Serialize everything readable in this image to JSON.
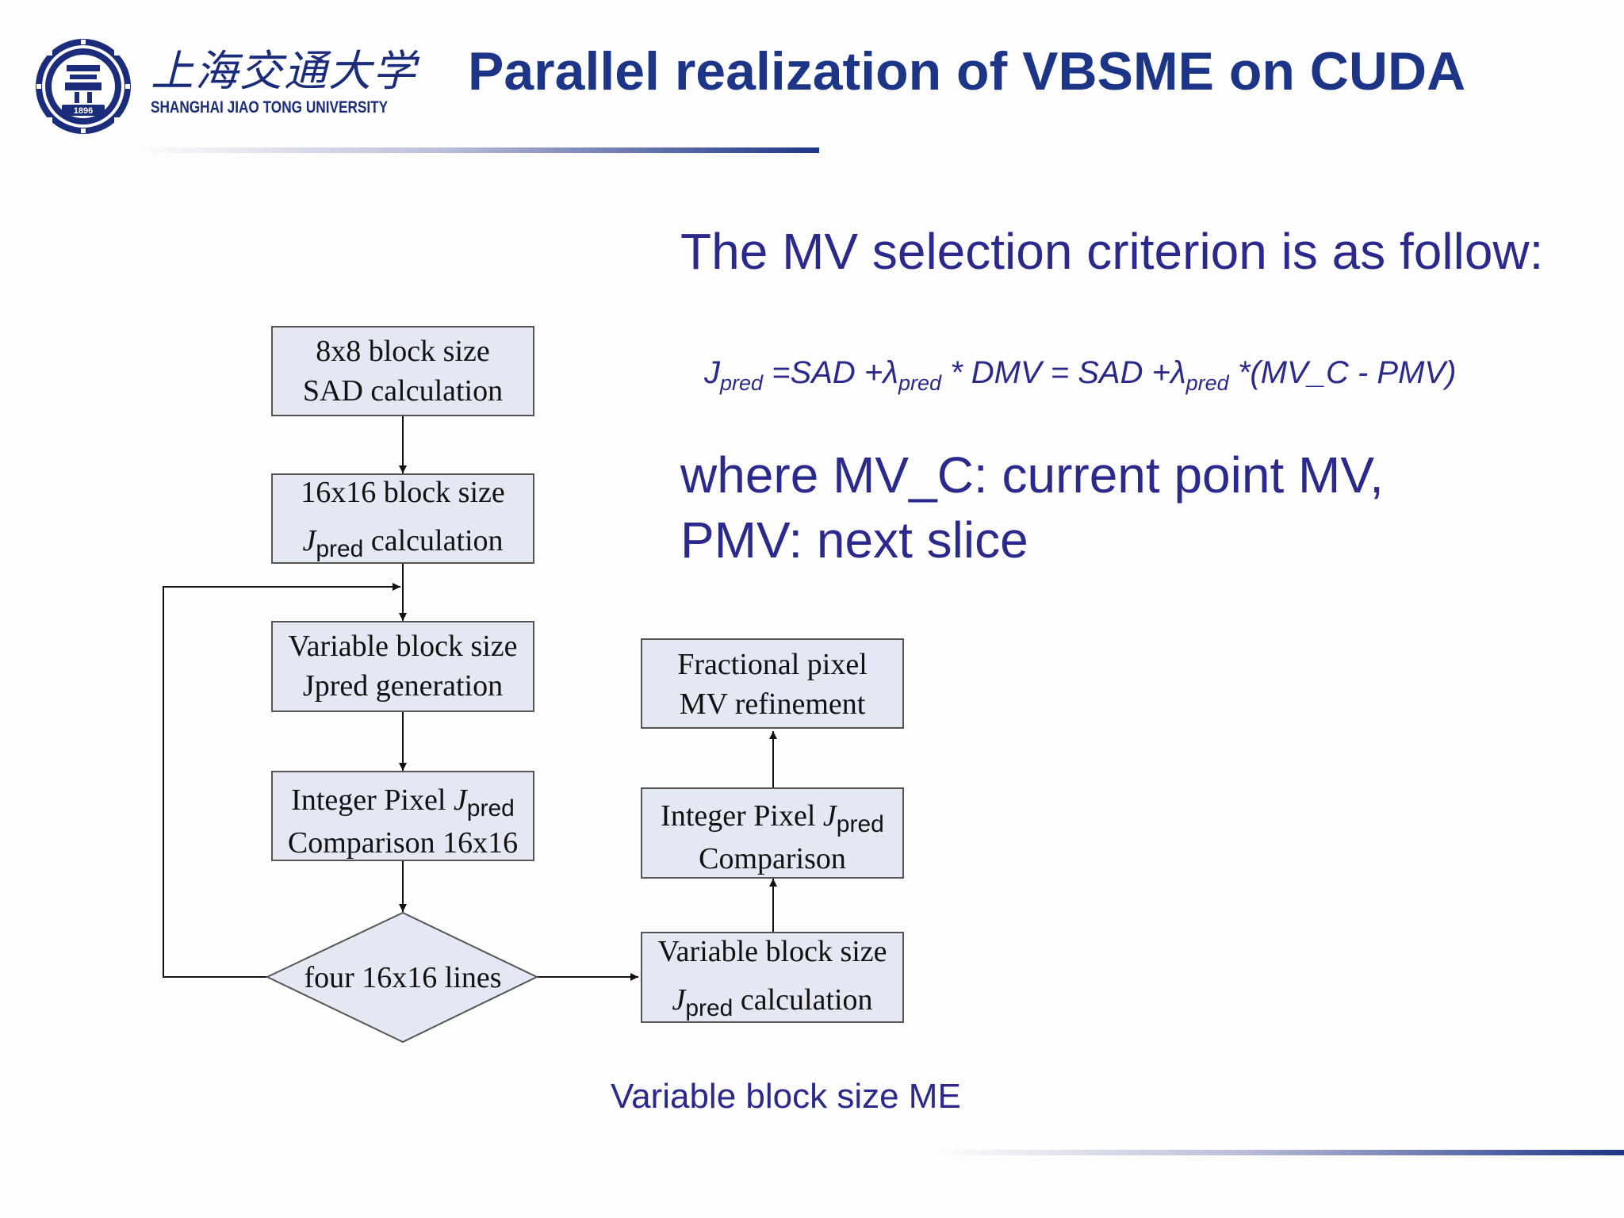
{
  "header": {
    "title": "Parallel realization of VBSME on CUDA",
    "logo": {
      "chinese_name": "上海交通大学",
      "english_name": "SHANGHAI JIAO TONG UNIVERSITY",
      "year": "1896"
    }
  },
  "criterion": {
    "intro": "The MV selection criterion is as follow:",
    "formula": {
      "j": "J",
      "pred": "pred",
      "part1": " =SAD +λ",
      "part2": " * DMV = SAD +λ",
      "part3": " *(MV_C - PMV)"
    },
    "where_line1": "where MV_C: current  point MV,",
    "where_line2": "PMV: next slice"
  },
  "flowchart": {
    "boxes": {
      "sad8": {
        "line1": "8x8 block size",
        "line2": "SAD calculation"
      },
      "jpred16": {
        "line1": "16x16 block size",
        "j": "J",
        "sub": "pred",
        "rest": " calculation"
      },
      "variable_gen": {
        "line1": "Variable block size",
        "line2": "Jpred generation"
      },
      "integer16": {
        "prefix": "Integer Pixel ",
        "j": "J",
        "sub": "pred",
        "line2": "Comparison 16x16"
      },
      "decision": {
        "label": "four 16x16 lines"
      },
      "variable_calc": {
        "line1": "Variable block size",
        "j": "J",
        "sub": "pred",
        "rest": " calculation"
      },
      "integer_cmp": {
        "prefix": "Integer Pixel ",
        "j": "J",
        "sub": "pred",
        "line2": "Comparison"
      },
      "fractional": {
        "line1": "Fractional pixel",
        "line2": "MV refinement"
      }
    }
  },
  "caption": "Variable block size ME",
  "colors": {
    "title": "#1d3587",
    "text": "#2b2a8c",
    "box_fill": "#e3e8f3",
    "box_stroke": "#555555",
    "logo": "#1b2c7a"
  }
}
